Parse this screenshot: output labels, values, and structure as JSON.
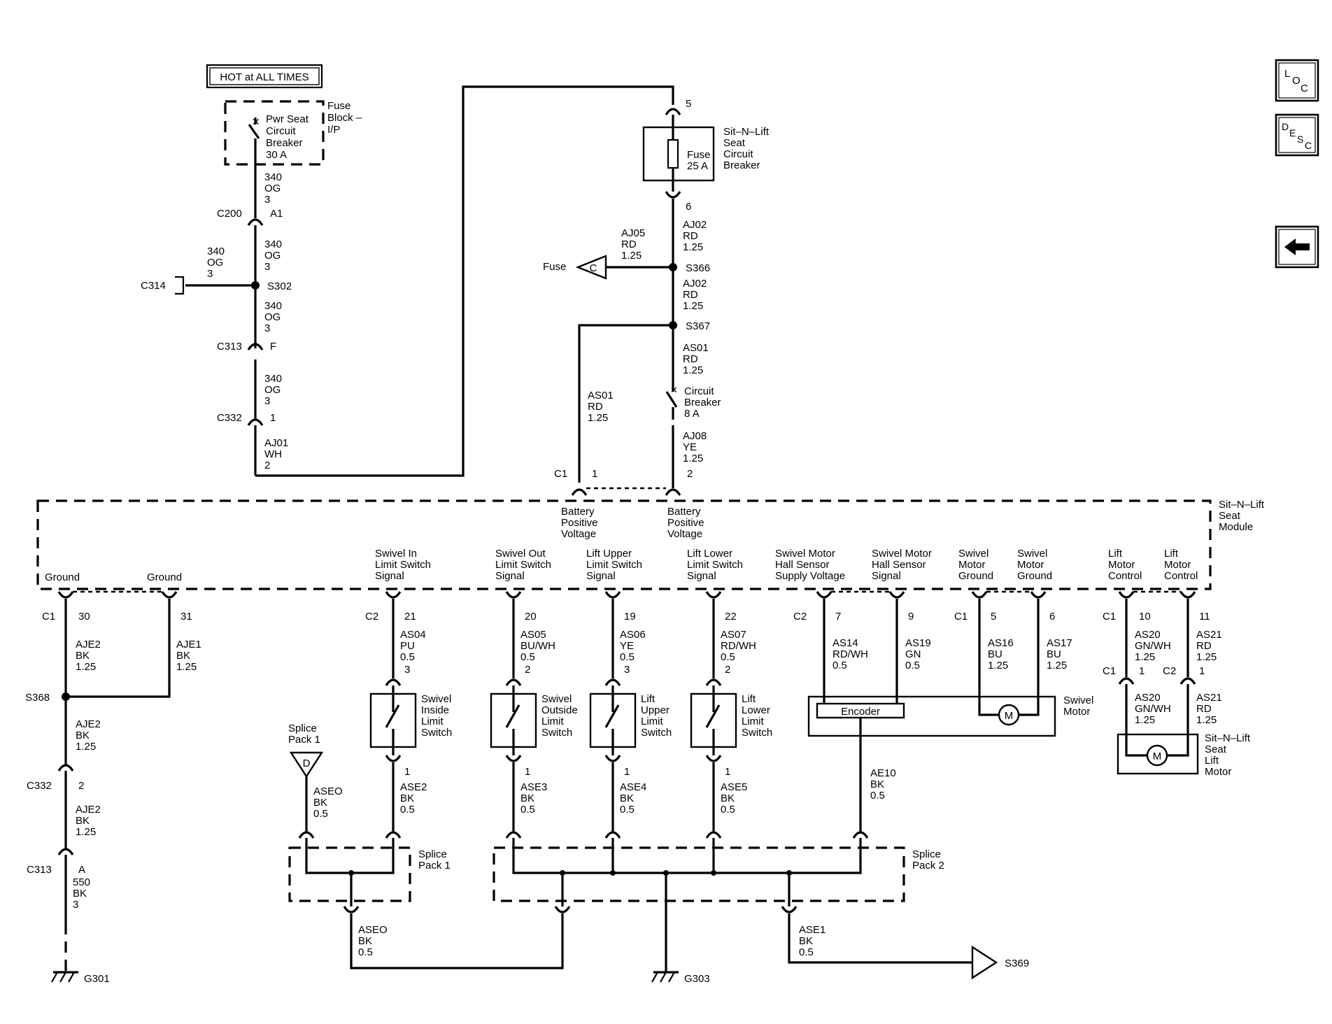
{
  "hot_label": "HOT at ALL TIMES",
  "fuse_block": {
    "breaker_label_lines": [
      "Pwr Seat",
      "Circuit",
      "Breaker",
      "30 A"
    ],
    "block_label_lines": [
      "Fuse",
      "Block –",
      "I/P"
    ]
  },
  "sitnlift_breaker": {
    "pin_in": "5",
    "pin_out": "6",
    "fuse_label_lines": [
      "Fuse",
      "25 A"
    ],
    "name_lines": [
      "Sit–N–Lift",
      "Seat",
      "Circuit",
      "Breaker"
    ]
  },
  "left_feed": {
    "wire_a": [
      "340",
      "OG",
      "3"
    ],
    "c200": "C200",
    "c200_pin": "A1",
    "wire_b": [
      "340",
      "OG",
      "3"
    ],
    "branch_wire": [
      "340",
      "OG",
      "3"
    ],
    "c314": "C314",
    "s302": "S302",
    "wire_c": [
      "340",
      "OG",
      "3"
    ],
    "c313": "C313",
    "c313_pin": "F",
    "wire_d": [
      "340",
      "OG",
      "3"
    ],
    "c332": "C332",
    "c332_pin": "1",
    "wire_e": [
      "AJ01",
      "WH",
      "2"
    ]
  },
  "right_feed": {
    "wire_aj02_top": [
      "AJ02",
      "RD",
      "1.25"
    ],
    "wire_aj05": [
      "AJ05",
      "RD",
      "1.25"
    ],
    "fuse_ref": "Fuse",
    "fuse_ref_letter": "C",
    "s366": "S366",
    "wire_aj02_mid": [
      "AJ02",
      "RD",
      "1.25"
    ],
    "s367": "S367",
    "wire_as01_right": [
      "AS01",
      "RD",
      "1.25"
    ],
    "breaker_lines": [
      "Circuit",
      "Breaker",
      "8 A"
    ],
    "wire_aj08": [
      "AJ08",
      "YE",
      "1.25"
    ],
    "wire_as01_left": [
      "AS01",
      "RD",
      "1.25"
    ],
    "c1": "C1",
    "pin1": "1",
    "pin2": "2"
  },
  "module": {
    "name_lines": [
      "Sit–N–Lift",
      "Seat",
      "Module"
    ],
    "batt1_lines": [
      "Battery",
      "Positive",
      "Voltage"
    ],
    "batt2_lines": [
      "Battery",
      "Positive",
      "Voltage"
    ],
    "ground1": "Ground",
    "ground2": "Ground",
    "signals": {
      "swivel_in": [
        "Swivel In",
        "Limit Switch",
        "Signal"
      ],
      "swivel_out": [
        "Swivel Out",
        "Limit Switch",
        "Signal"
      ],
      "lift_upper": [
        "Lift Upper",
        "Limit Switch",
        "Signal"
      ],
      "lift_lower": [
        "Lift Lower",
        "Limit Switch",
        "Signal"
      ],
      "hall_supply": [
        "Swivel Motor",
        "Hall Sensor",
        "Supply Voltage"
      ],
      "hall_signal": [
        "Swivel Motor",
        "Hall Sensor",
        "Signal"
      ],
      "sw_ground1": [
        "Swivel",
        "Motor",
        "Ground"
      ],
      "sw_ground2": [
        "Swivel",
        "Motor",
        "Ground"
      ],
      "lift_ctrl1": [
        "Lift",
        "Motor",
        "Control"
      ],
      "lift_ctrl2": [
        "Lift",
        "Motor",
        "Control"
      ]
    }
  },
  "ground_branch": {
    "c1": "C1",
    "pin30": "30",
    "pin31": "31",
    "wire_aje2_a": [
      "AJE2",
      "BK",
      "1.25"
    ],
    "wire_aje1": [
      "AJE1",
      "BK",
      "1.25"
    ],
    "s368": "S368",
    "wire_aje2_b": [
      "AJE2",
      "BK",
      "1.25"
    ],
    "c332": "C332",
    "c332_pin": "2",
    "wire_aje2_c": [
      "AJE2",
      "BK",
      "1.25"
    ],
    "c313": "C313",
    "c313_pin": "A",
    "wire_550": [
      "550",
      "BK",
      "3"
    ],
    "g301": "G301"
  },
  "switches": {
    "c2": "C2",
    "swivel_in": {
      "pin": "21",
      "wire": [
        "AS04",
        "PU",
        "0.5"
      ],
      "sw_pin_top": "3",
      "sw_pin_bot": "1",
      "name": [
        "Swivel",
        "Inside",
        "Limit",
        "Switch"
      ],
      "gnd_wire": [
        "ASE2",
        "BK",
        "0.5"
      ]
    },
    "swivel_out": {
      "pin": "20",
      "wire": [
        "AS05",
        "BU/WH",
        "0.5"
      ],
      "sw_pin_top": "2",
      "sw_pin_bot": "1",
      "name": [
        "Swivel",
        "Outside",
        "Limit",
        "Switch"
      ],
      "gnd_wire": [
        "ASE3",
        "BK",
        "0.5"
      ]
    },
    "lift_upper": {
      "pin": "19",
      "wire": [
        "AS06",
        "YE",
        "0.5"
      ],
      "sw_pin_top": "3",
      "sw_pin_bot": "1",
      "name": [
        "Lift",
        "Upper",
        "Limit",
        "Switch"
      ],
      "gnd_wire": [
        "ASE4",
        "BK",
        "0.5"
      ]
    },
    "lift_lower": {
      "pin": "22",
      "wire": [
        "AS07",
        "RD/WH",
        "0.5"
      ],
      "sw_pin_top": "2",
      "sw_pin_bot": "1",
      "name": [
        "Lift",
        "Lower",
        "Limit",
        "Switch"
      ],
      "gnd_wire": [
        "ASE5",
        "BK",
        "0.5"
      ]
    }
  },
  "swivel_motor": {
    "c2": "C2",
    "pin7": "7",
    "pin9": "9",
    "c1": "C1",
    "pin5": "5",
    "pin6": "6",
    "wire_as14": [
      "AS14",
      "RD/WH",
      "0.5"
    ],
    "wire_as19": [
      "AS19",
      "GN",
      "0.5"
    ],
    "wire_as16": [
      "AS16",
      "BU",
      "1.25"
    ],
    "wire_as17": [
      "AS17",
      "BU",
      "1.25"
    ],
    "encoder": "Encoder",
    "motor_symbol": "M",
    "name_lines": [
      "Swivel",
      "Motor"
    ],
    "wire_ae10": [
      "AE10",
      "BK",
      "0.5"
    ]
  },
  "lift_motor": {
    "c1_top": "C1",
    "pin10": "10",
    "pin11": "11",
    "wire_as20_top": [
      "AS20",
      "GN/WH",
      "1.25"
    ],
    "wire_as21_top": [
      "AS21",
      "RD",
      "1.25"
    ],
    "c1_bot": "C1",
    "c1_bot_pin": "1",
    "c2_bot": "C2",
    "c2_bot_pin": "1",
    "wire_as20_bot": [
      "AS20",
      "GN/WH",
      "1.25"
    ],
    "wire_as21_bot": [
      "AS21",
      "RD",
      "1.25"
    ],
    "motor_symbol": "M",
    "name_lines": [
      "Sit–N–Lift",
      "Seat",
      "Lift",
      "Motor"
    ]
  },
  "splice": {
    "pack1_ref_lines": [
      "Splice",
      "Pack 1"
    ],
    "pack1_letter": "D",
    "wire_aseo_top": [
      "ASEO",
      "BK",
      "0.5"
    ],
    "pack1_name": [
      "Splice",
      "Pack 1"
    ],
    "pack2_name": [
      "Splice",
      "Pack 2"
    ],
    "wire_aseo_bot": [
      "ASEO",
      "BK",
      "0.5"
    ],
    "wire_ase1": [
      "ASE1",
      "BK",
      "0.5"
    ],
    "g303": "G303",
    "s369": "S369"
  },
  "nav": {
    "loc": [
      "L",
      "O",
      "C"
    ],
    "desc": [
      "D",
      "E",
      "S",
      "C"
    ],
    "back_icon": "back-arrow-icon"
  }
}
